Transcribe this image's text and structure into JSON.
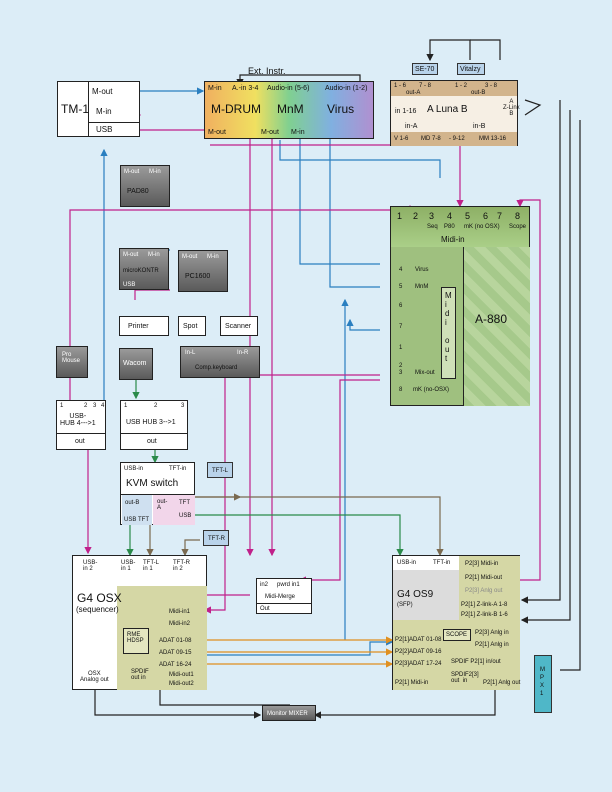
{
  "ext_instr": "Ext. Instr.",
  "tm1": {
    "title": "TM-1",
    "m_out": "M-out",
    "m_in": "M-in",
    "usb": "USB"
  },
  "synth": {
    "m_in": "M-in",
    "a_in": "A.-in 3-4",
    "audio_in_56": "Audio-in (5-6)",
    "audio_in_12": "Audio-in (1-2)",
    "mdrum": "M-DRUM",
    "mnm": "MnM",
    "virus": "Virus",
    "m_out1": "M-out",
    "m_out2": "M-out",
    "m_in2": "M-in"
  },
  "luna": {
    "title": "A  Luna  B",
    "r16": "1 - 6",
    "r78": "7 - 8",
    "r12": "1 - 2",
    "r38": "3 - 8",
    "out_a": "out-A",
    "out_b": "out-B",
    "in116": "in 1-16",
    "in_a": "in-A",
    "in_b": "in-B",
    "z_link": "A\nZ-Link\nB",
    "v16": "V 1-6",
    "md78": "MD 7-8",
    "r912": "- 9-12",
    "mm1316": "MM 13-16"
  },
  "se70": "SE-70",
  "vitalzy": "Vitalzy",
  "pad80": {
    "m_out": "M-out",
    "m_in": "M-in",
    "name": "PAD80"
  },
  "microkontr": {
    "m_out": "M-out",
    "m_in": "M-in",
    "name": "microKONTR",
    "usb": "USB"
  },
  "pc1600": {
    "m_out": "M-out",
    "m_in": "M-in",
    "name": "PC1600"
  },
  "printer": "Printer",
  "spot": "Spot",
  "scanner": "Scanner",
  "compkbd": {
    "in_l": "In-L",
    "in_r": "In-R",
    "name": "Comp.keyboard"
  },
  "promouse": "Pro\nMouse",
  "wacom": "Wacom",
  "hub4": {
    "p1": "1",
    "p2": "2",
    "p3": "3",
    "p4": "4",
    "name": "USB-\nHUB 4--->1",
    "out": "out"
  },
  "hub3": {
    "p1": "1",
    "p2": "2",
    "p3": "3",
    "name": "USB HUB 3-->1",
    "out": "out"
  },
  "kvm": {
    "usb_in": "USB-in",
    "tft_in": "TFT-in",
    "name": "KVM switch",
    "out_b": "out-B",
    "out_a": "out-\nA",
    "usb": "USB",
    "tft": "TFT",
    "tft2": "TFT",
    "usb2": "USB"
  },
  "tftl": "TFT-L",
  "tftr": "TFT-R",
  "a880": {
    "nums": [
      "1",
      "2",
      "3",
      "4",
      "5",
      "6",
      "7",
      "8"
    ],
    "labels": [
      "Seq",
      "P80",
      "mK (no OSX)",
      "Scope"
    ],
    "midi_in": "Midi-in",
    "name": "A-880",
    "midi_out": "M\ni\nd\ni\n\no\nu\nt",
    "rows": [
      "4",
      "Virus",
      "5",
      "MnM",
      "6",
      "7",
      "1",
      "2",
      "3",
      "Mix-out",
      "8",
      "mK (no-OSX)"
    ]
  },
  "g4osx": {
    "usb_in2": "USB-\nin 2",
    "usb_in1": "USB-\nin 1",
    "tftl_in1": "TFT-L\nin 1",
    "tftr_in2": "TFT-R\nin 2",
    "name": "G4 OSX",
    "sub": "(sequencer)",
    "midi_in1": "Midi-in1",
    "midi_in2": "Midi-in2",
    "rme": "RME\nHDSP",
    "adat1": "ADAT 01-08",
    "adat2": "ADAT 09-15",
    "adat3": "ADAT 16-24",
    "spdif": "SPDIF\nout in",
    "midi_out1": "Midi-out1",
    "midi_out2": "Midi-out2",
    "analog": "OSX\nAnalog out"
  },
  "midimerge": {
    "in2": "in2",
    "pwrd": "pwrd in1",
    "name": "Midi-Merge",
    "out": "Out"
  },
  "g4os9": {
    "usb_in": "USB-in",
    "tft_in": "TFT-in",
    "name": "G4 OS9",
    "sfp": "(SFP)",
    "p23midiin": "P2[3] Midi-in",
    "p21midiout": "P2[1] Midi-out",
    "p23anlg": "P2[3] Anlg out",
    "p21z18": "P2[1] Z-link-A 1-8",
    "p21z16": "P2[1] Z-link-B 1-6",
    "scope": "SCOPE",
    "p23anlgin": "P2[3] Anlg in",
    "p21anlgin": "P2[1] Anlg in",
    "adat1": "ADAT 01-08",
    "adat2": "ADAT 09-16",
    "adat3": "ADAT 17-24",
    "p1": "P2[1]",
    "p2": "P2[2]",
    "p3": "P2[3]",
    "spdif": "SPDIF P2[1] in/out",
    "p21midiin": "P2[1] Midi-in",
    "spdif23": "SPDIF2[3]\nout  in",
    "p21anlgout": "P2[1] Anlg out"
  },
  "mpx1": "M\nP\nX\n1",
  "monitor": "Monitor MIXER"
}
